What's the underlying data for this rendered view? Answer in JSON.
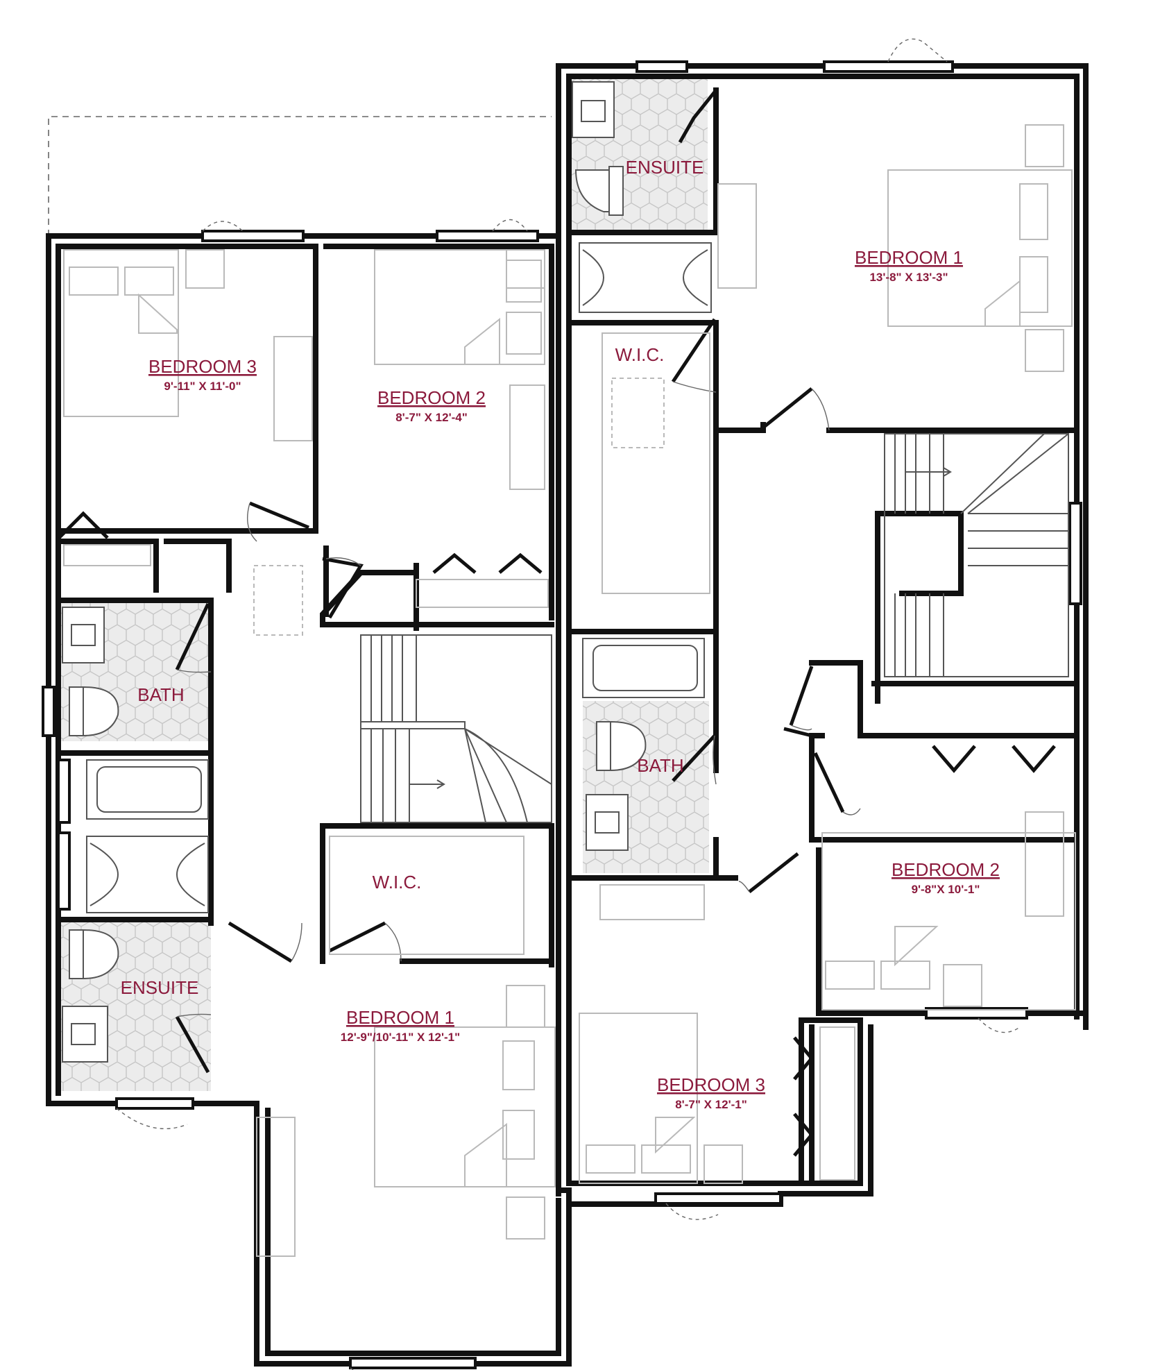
{
  "colors": {
    "label": "#8b1a3c",
    "wall": "#111111",
    "furniture": "#b9b9b9",
    "tile": "#d9d9d9"
  },
  "left_unit": {
    "bedroom_3": {
      "name": "BEDROOM 3",
      "dims": "9'-11\" X 11'-0\""
    },
    "bedroom_2": {
      "name": "BEDROOM 2",
      "dims": "8'-7\" X 12'-4\""
    },
    "bath": {
      "name": "BATH"
    },
    "ensuite": {
      "name": "ENSUITE"
    },
    "wic": {
      "name": "W.I.C."
    },
    "bedroom_1": {
      "name": "BEDROOM 1",
      "dims": "12'-9\"/10'-11\" X 12'-1\""
    }
  },
  "right_unit": {
    "ensuite": {
      "name": "ENSUITE"
    },
    "bedroom_1": {
      "name": "BEDROOM 1",
      "dims": "13'-8\" X 13'-3\""
    },
    "wic": {
      "name": "W.I.C."
    },
    "bath": {
      "name": "BATH"
    },
    "bedroom_2": {
      "name": "BEDROOM 2",
      "dims": "9'-8\"X 10'-1\""
    },
    "bedroom_3": {
      "name": "BEDROOM 3",
      "dims": "8'-7\" X 12'-1\""
    }
  }
}
